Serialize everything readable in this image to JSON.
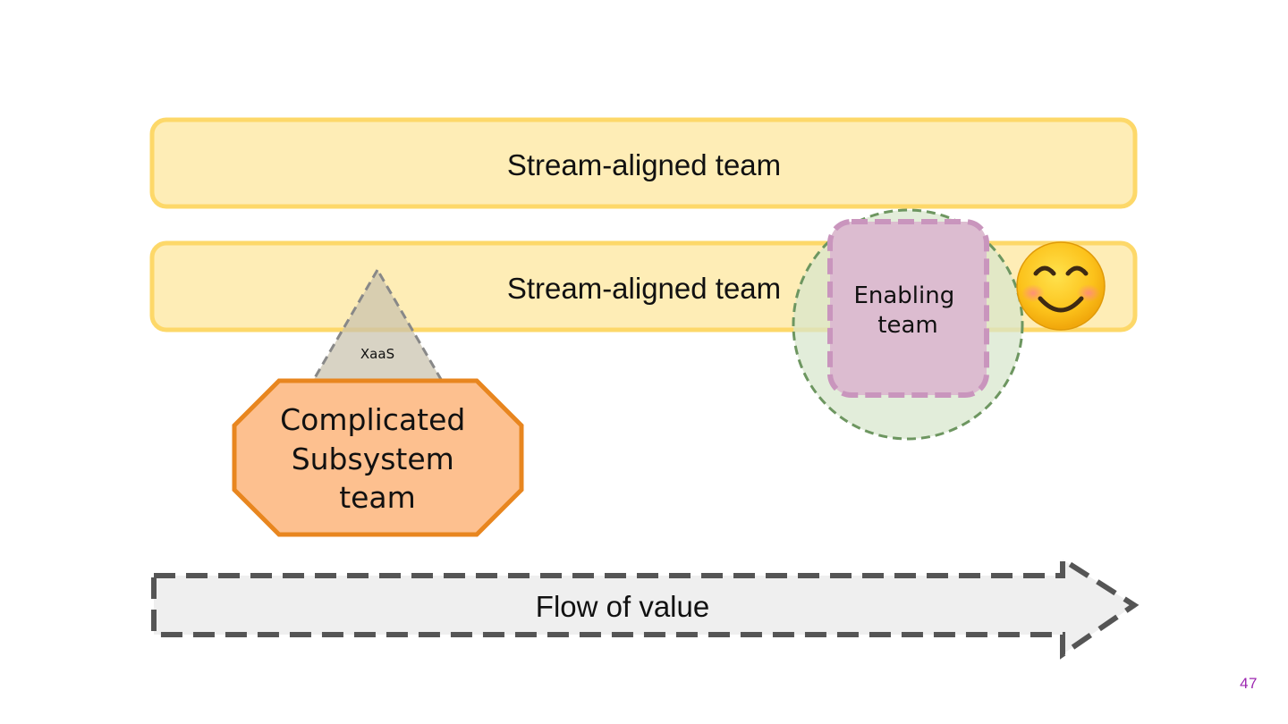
{
  "stream_team_1": {
    "label": "Stream-aligned team"
  },
  "stream_team_2": {
    "label": "Stream-aligned team"
  },
  "xaas": {
    "label": "XaaS"
  },
  "complicated_subsystem": {
    "line1": "Complicated",
    "line2": "Subsystem",
    "line3": "team"
  },
  "enabling_team": {
    "line1": "Enabling",
    "line2": "team"
  },
  "emoji": {
    "glyph": "smiling-face-icon"
  },
  "flow": {
    "label": "Flow of value"
  },
  "page": {
    "number": "47"
  },
  "colors": {
    "stream_fill": "#feedb6",
    "stream_border": "#fdd869",
    "complicated_fill": "#fdc08f",
    "complicated_border": "#e8861f",
    "enabling_fill": "#dcbcd0",
    "enabling_border": "#c995bd",
    "enabling_circle_fill": "#d7e6cc",
    "enabling_circle_border": "#6d9660",
    "xaas_fill": "#d9d9d9",
    "xaas_border": "#888888",
    "flow_fill": "#efefef",
    "flow_border": "#555555",
    "page_number": "#9c27b0"
  }
}
